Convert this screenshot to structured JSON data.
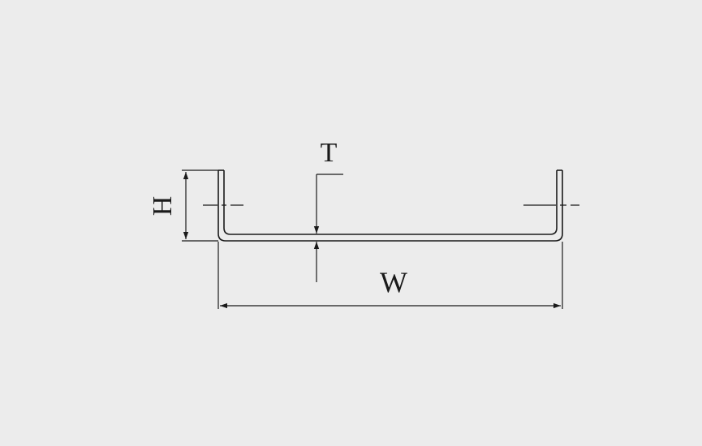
{
  "diagram": {
    "labels": {
      "thickness": "T",
      "height": "H",
      "width": "W"
    },
    "colors": {
      "background": "#ececec",
      "line": "#1a1a1a"
    }
  }
}
